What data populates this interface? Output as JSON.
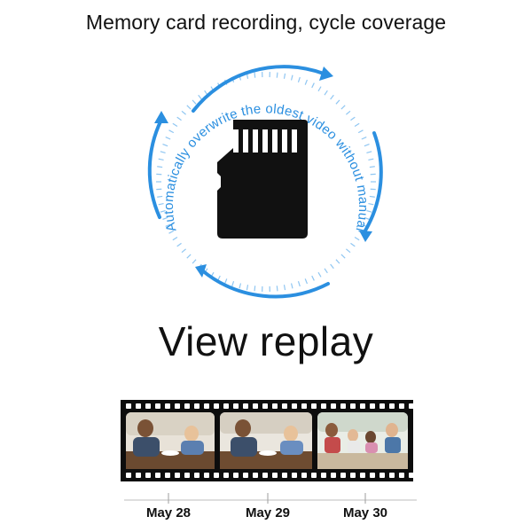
{
  "headline": "Memory card recording, cycle coverage",
  "cycle_text": "Automatically overwrite the oldest video without manual",
  "replay_title": "View replay",
  "timeline": {
    "dates": [
      "May 28",
      "May 29",
      "May 30"
    ]
  },
  "colors": {
    "accent": "#2b8fe0",
    "accent_light": "#8fc6f2",
    "card": "#111111",
    "film": "#0d0d0d"
  },
  "icons": [
    "sd-card-icon",
    "cycle-arrows-icon",
    "film-strip-icon"
  ]
}
